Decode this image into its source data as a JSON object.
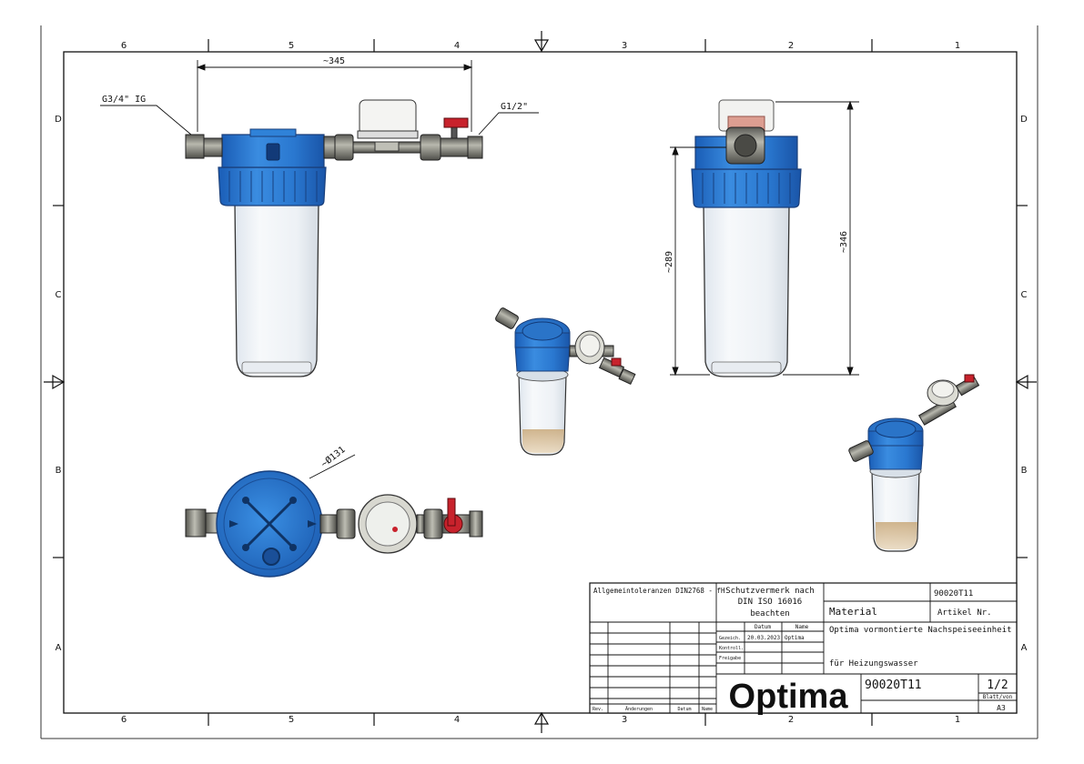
{
  "sheet": {
    "grid_columns": [
      "6",
      "5",
      "4",
      "3",
      "2",
      "1"
    ],
    "grid_rows": [
      "D",
      "C",
      "B",
      "A"
    ]
  },
  "dimensions": {
    "length": "~345",
    "inlet_thread": "G3/4\" IG",
    "outlet_thread": "G1/2\"",
    "height_total": "~346",
    "height_housing": "~289",
    "diameter": "~Ø131"
  },
  "title_block": {
    "tolerances": "Allgemeintoleranzen DIN2768 - fH",
    "protection_note_1": "Schutzvermerk nach",
    "protection_note_2": "DIN ISO 16016",
    "protection_note_3": "beachten",
    "article_number_top": "90020T11",
    "material_label": "Material",
    "article_label": "Artikel Nr.",
    "description_1": "Optima vormontierte Nachspeiseeinheit",
    "description_2": "für Heizungswasser",
    "col_datum": "Datum",
    "col_name": "Name",
    "row_gezeichnet": "Gezeich.",
    "row_kontroll": "Kontroll.",
    "row_freigabe": "Freigabe",
    "date_value": "20.03.2023",
    "name_value": "Optima",
    "rev_label": "Rev.",
    "changes_label": "Änderungen",
    "datum_label": "Datum",
    "name_label": "Name",
    "logo": "Optima",
    "drawing_number": "90020T11",
    "sheet_number": "1/2",
    "sheet_label": "Blatt/von",
    "format": "A3"
  },
  "colors": {
    "housing_blue": "#2d7fd6",
    "housing_dark": "#1e5fb0",
    "brass": "#8a8a7a",
    "valve_red": "#c8222c",
    "bowl": "#eef2f6"
  }
}
